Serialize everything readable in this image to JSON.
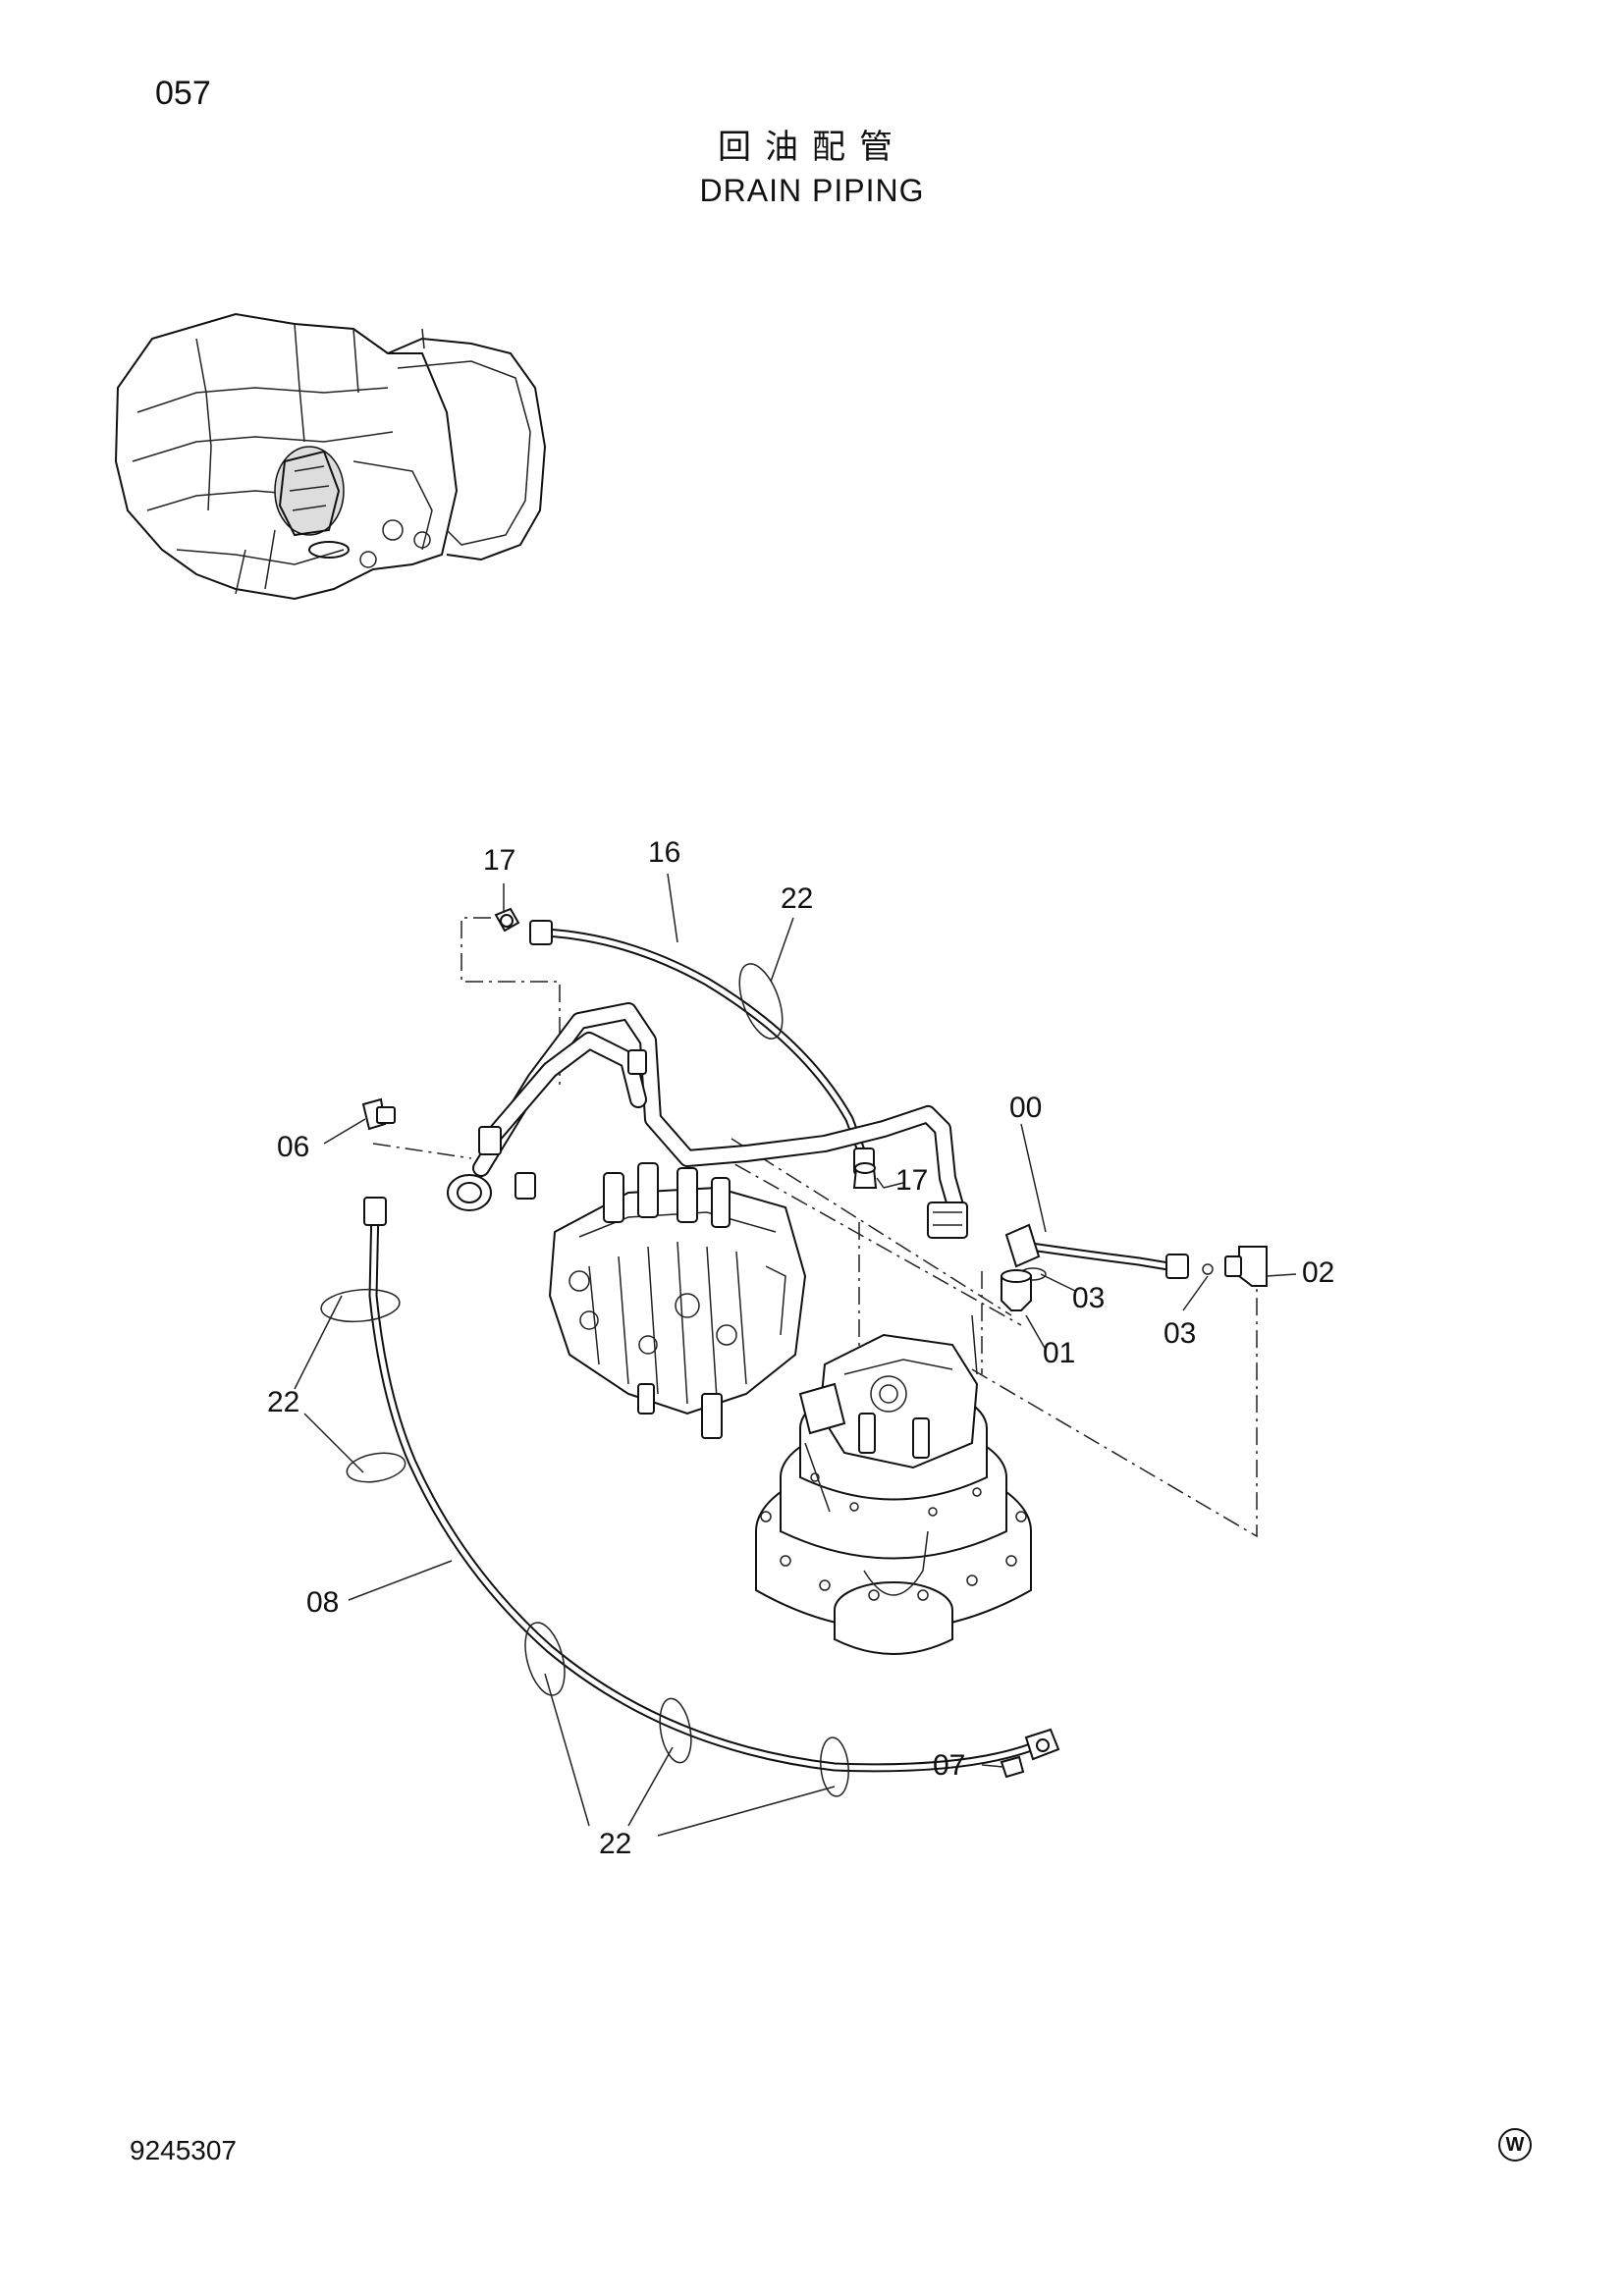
{
  "header": {
    "page_number": "057",
    "title_cn": "回油配管",
    "title_en": "DRAIN PIPING"
  },
  "callouts": [
    {
      "id": "c17a",
      "label": "17"
    },
    {
      "id": "c16",
      "label": "16"
    },
    {
      "id": "c22a",
      "label": "22"
    },
    {
      "id": "c00",
      "label": "00"
    },
    {
      "id": "c06",
      "label": "06"
    },
    {
      "id": "c17b",
      "label": "17"
    },
    {
      "id": "c02",
      "label": "02"
    },
    {
      "id": "c03a",
      "label": "03"
    },
    {
      "id": "c03b",
      "label": "03"
    },
    {
      "id": "c01",
      "label": "01"
    },
    {
      "id": "c22b",
      "label": "22"
    },
    {
      "id": "c08",
      "label": "08"
    },
    {
      "id": "c07",
      "label": "07"
    },
    {
      "id": "c22c",
      "label": "22"
    }
  ],
  "footer": {
    "document_code": "9245307",
    "mark": "W"
  }
}
